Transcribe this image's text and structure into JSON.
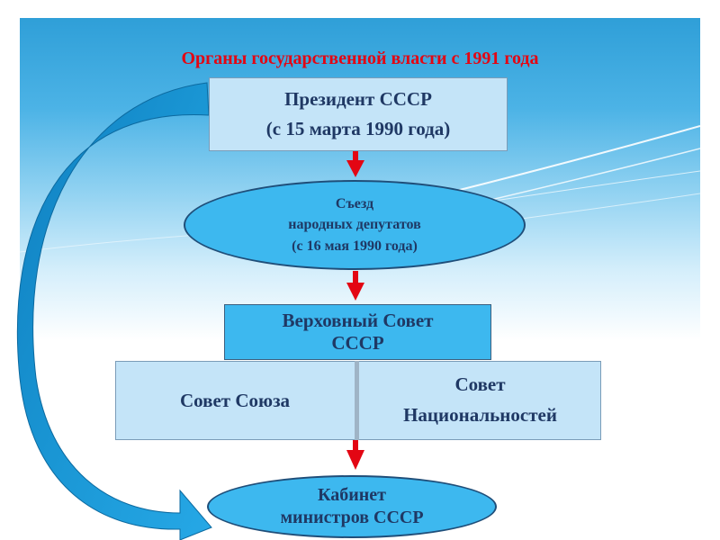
{
  "title": "Органы государственной власти с 1991 года",
  "president": {
    "line1": "Президент СССР",
    "line2": "(с 15 марта 1990  года)"
  },
  "congress": {
    "line1": "Съезд",
    "line2": "народных депутатов",
    "line3": "(с 16 мая 1990 года)"
  },
  "supreme_council": {
    "line1": "Верховный Совет",
    "line2": "СССР"
  },
  "union_council": {
    "label": "Совет Союза"
  },
  "nationalities_council": {
    "line1": "Совет",
    "line2": "Национальностей"
  },
  "cabinet": {
    "line1": "Кабинет",
    "line2": "министров СССР"
  },
  "colors": {
    "title": "#e30613",
    "arrow": "#e30613",
    "box_light": "#c4e4f8",
    "box_dark": "#3db8ef",
    "curved_arrow": "#1a96d4",
    "text": "#1f3864"
  },
  "icons": {
    "flow_arrow": "red-down-arrow",
    "curved_arrow": "blue-curved-arrow"
  }
}
